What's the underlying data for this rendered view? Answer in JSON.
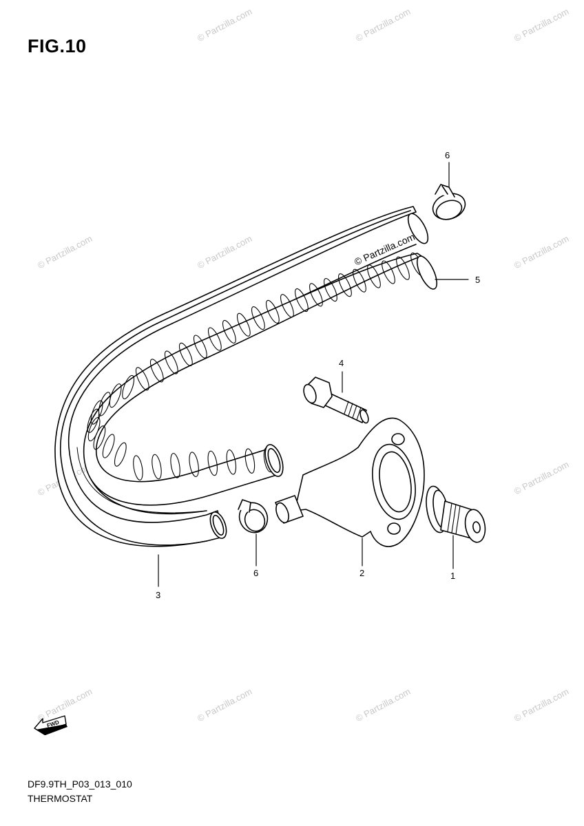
{
  "figure": {
    "title": "FIG.10",
    "diagram_code": "DF9.9TH_P03_013_010",
    "section_name": "THERMOSTAT",
    "direction_label": "FWD"
  },
  "callouts": [
    {
      "id": "clamp-top",
      "number": "6"
    },
    {
      "id": "hose-corrugated",
      "number": "5"
    },
    {
      "id": "bolt",
      "number": "4"
    },
    {
      "id": "hose-smooth",
      "number": "3"
    },
    {
      "id": "clamp-bottom",
      "number": "6"
    },
    {
      "id": "thermostat-cover",
      "number": "2"
    },
    {
      "id": "thermostat",
      "number": "1"
    }
  ],
  "watermark": {
    "text": "© Partzilla.com",
    "color": "#c8c8c8"
  },
  "colors": {
    "line": "#000000",
    "background": "#ffffff"
  }
}
